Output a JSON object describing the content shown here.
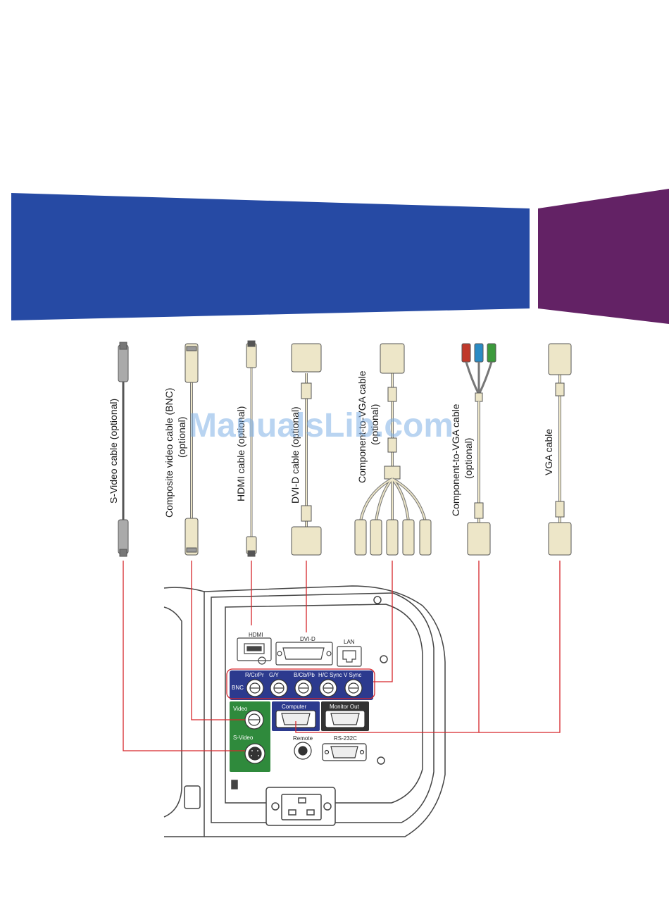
{
  "banner": {
    "left_color": "#264aa4",
    "right_color": "#632265"
  },
  "cables": [
    {
      "id": "s-video",
      "label": "S-Video cable (optional)"
    },
    {
      "id": "composite-bnc",
      "label": "Composite video cable (BNC)",
      "label2": "(optional)"
    },
    {
      "id": "hdmi",
      "label": "HDMI cable (optional)"
    },
    {
      "id": "dvi-d",
      "label": "DVI-D cable (optional)"
    },
    {
      "id": "component-bnc-vga",
      "label": "Component-to-VGA cable",
      "label2": "(optional)"
    },
    {
      "id": "component-rca-vga",
      "label": "Component-to-VGA cable",
      "label2": "(optional)"
    },
    {
      "id": "vga",
      "label": "VGA cable"
    }
  ],
  "ports": {
    "hdmi": "HDMI",
    "dvi_d": "DVI-D",
    "lan": "LAN",
    "bnc": "BNC",
    "bnc_jacks": [
      "R/Cr/Pr",
      "G/Y",
      "B/Cb/Pb",
      "H/C Sync",
      "V Sync"
    ],
    "video": "Video",
    "s_video": "S-Video",
    "computer": "Computer",
    "monitor_out": "Monitor Out",
    "remote": "Remote",
    "rs232c": "RS-232C"
  },
  "colors": {
    "line_red": "#d6262b",
    "port_blue": "#2c3a8e",
    "port_green": "#2f8a3c",
    "cable_cream": "#ede6c8"
  },
  "watermark": "ManualsLib.com"
}
